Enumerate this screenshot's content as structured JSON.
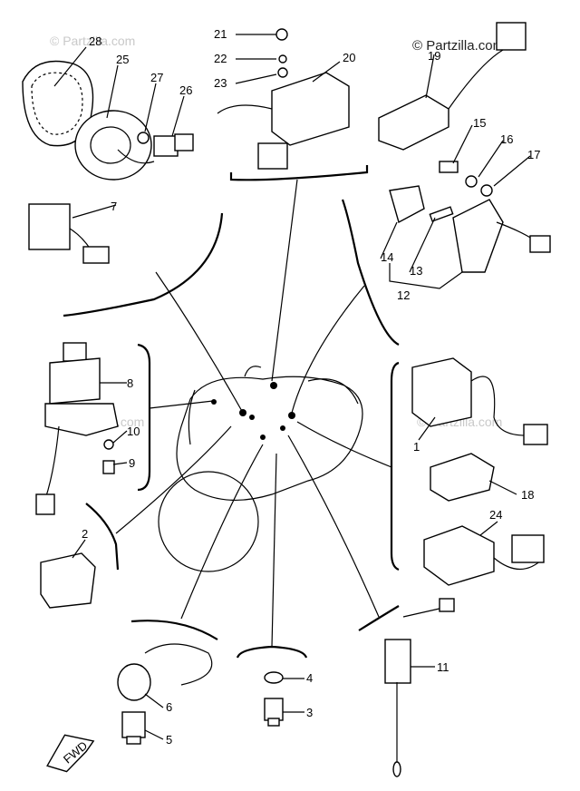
{
  "watermarks": {
    "top_left": "© Partzilla.com",
    "top_right": "© Partzilla.com",
    "mid_left": "© Partzilla.com",
    "mid_right": "© Partzilla.com"
  },
  "callouts": {
    "p1": "1",
    "p2": "2",
    "p3": "3",
    "p4": "4",
    "p5": "5",
    "p6": "6",
    "p7": "7",
    "p8": "8",
    "p9": "9",
    "p10": "10",
    "p11": "11",
    "p12": "12",
    "p13": "13",
    "p14": "14",
    "p15": "15",
    "p16": "16",
    "p17": "17",
    "p18": "18",
    "p19": "19",
    "p20": "20",
    "p21": "21",
    "p22": "22",
    "p23": "23",
    "p24": "24",
    "p25": "25",
    "p26": "26",
    "p27": "27",
    "p28": "28"
  },
  "fwd_arrow": "FWD",
  "stroke_color": "#000000",
  "watermark_color": "#c9c9c9"
}
